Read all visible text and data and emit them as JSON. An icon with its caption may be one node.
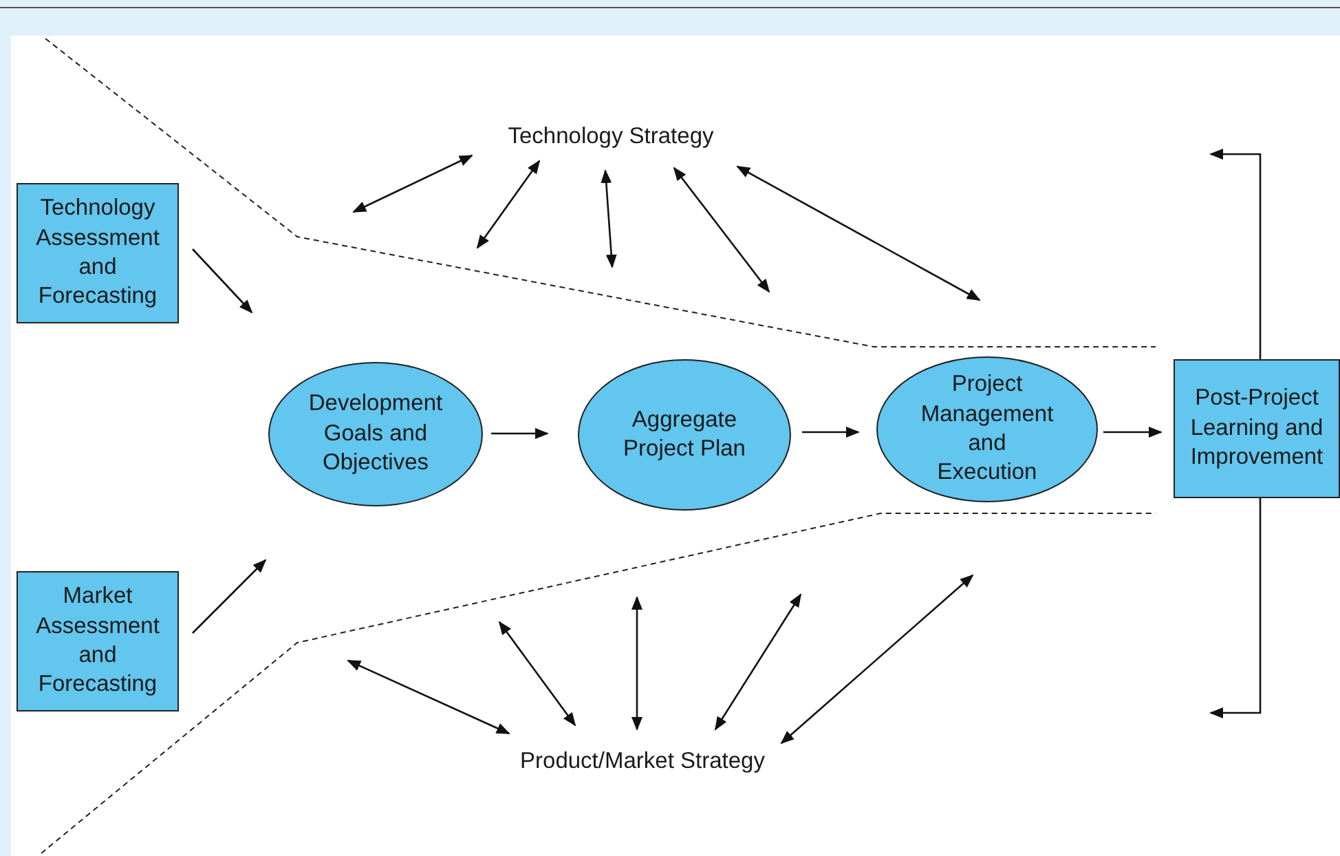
{
  "diagram": {
    "nodes": [
      {
        "text": [
          "Technology Strategy"
        ]
      },
      {
        "text": [
          "Technology Assessment and Forecasting"
        ]
      },
      {
        "text": [
          "Market Assessment and Forecasting"
        ]
      },
      {
        "text": [
          "Development Goals and Objectives"
        ]
      },
      {
        "text": [
          "Aggregate Project Plan"
        ]
      },
      {
        "text": [
          "Project Management and Execution"
        ]
      },
      {
        "text": [
          "Post-Project Learning and Improvement"
        ]
      },
      {
        "text": [
          "Product/Market Strategy"
        ]
      }
    ],
    "edges": [
      {
        "from": 0,
        "to": null,
        "arrow": "both"
      },
      {
        "from": 0,
        "to": null,
        "arrow": "both"
      },
      {
        "from": 0,
        "to": null,
        "arrow": "both"
      },
      {
        "from": 0,
        "to": null,
        "arrow": "both"
      },
      {
        "from": 0,
        "to": null,
        "arrow": "both"
      },
      {
        "from": 1,
        "to": null,
        "arrow": "to"
      },
      {
        "from": 2,
        "to": null,
        "arrow": "to"
      },
      {
        "from": 3,
        "to": 4,
        "arrow": "to"
      },
      {
        "from": 4,
        "to": 5,
        "arrow": "to"
      },
      {
        "from": 5,
        "to": 6,
        "arrow": "to"
      },
      {
        "from": 6,
        "to": null,
        "arrow": "to"
      },
      {
        "from": 6,
        "to": null,
        "arrow": "to"
      },
      {
        "from": 7,
        "to": null,
        "arrow": "both"
      },
      {
        "from": 7,
        "to": null,
        "arrow": "both"
      },
      {
        "from": 7,
        "to": null,
        "arrow": "both"
      },
      {
        "from": 7,
        "to": null,
        "arrow": "both"
      },
      {
        "from": 7,
        "to": null,
        "arrow": "both"
      }
    ]
  }
}
